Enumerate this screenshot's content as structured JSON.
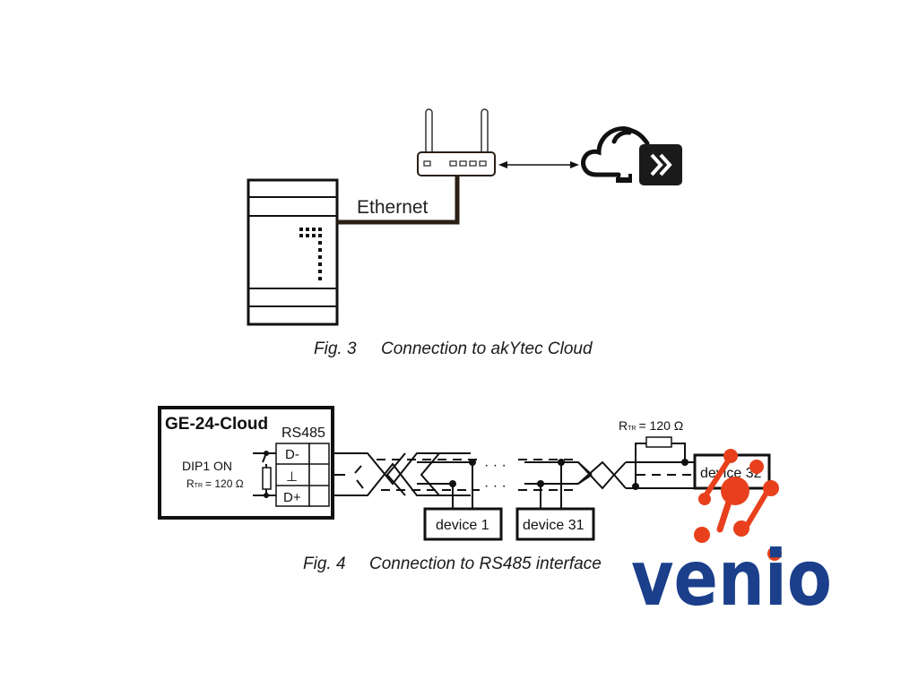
{
  "figure3": {
    "caption_number": "Fig. 3",
    "caption_text": "Connection to akYtec Cloud",
    "link_label": "Ethernet",
    "nodes": [
      "controller-device",
      "wifi-router",
      "akytec-cloud"
    ]
  },
  "figure4": {
    "caption_number": "Fig. 4",
    "caption_text": "Connection to RS485 interface",
    "device_title": "GE-24-Cloud",
    "port_label": "RS485",
    "terminals": [
      "D-",
      "⊥",
      "D+"
    ],
    "dip_label": "DIP1 ON",
    "termination_label": "R",
    "termination_sub": "TR",
    "termination_value": "= 120 Ω",
    "remote_termination_label": "R",
    "remote_termination_sub": "TR",
    "remote_termination_value": "= 120 Ω",
    "devices": [
      "device 1",
      "device 31",
      "device 32"
    ],
    "ellipsis": "· · ·"
  },
  "watermark": {
    "text": "venio",
    "text_color": "#1b3f8b",
    "accent_color": "#e8401c"
  }
}
